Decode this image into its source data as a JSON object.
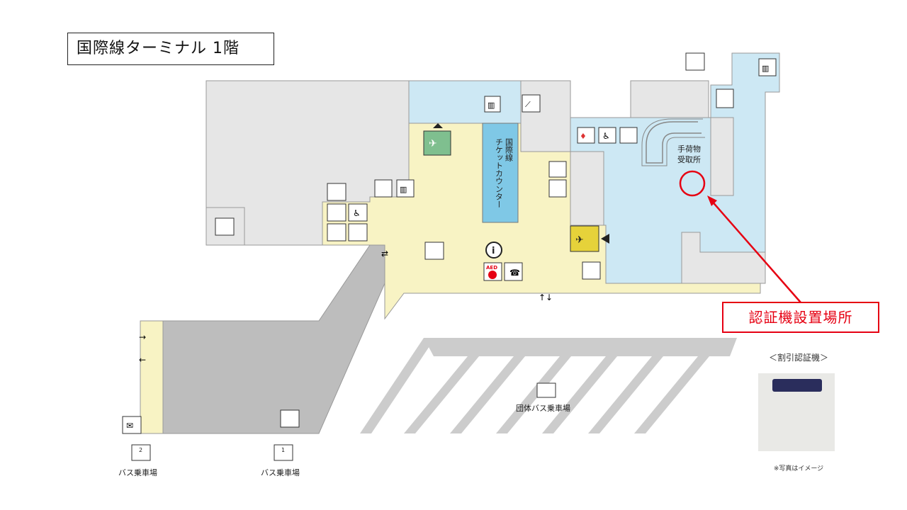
{
  "title": "国際線ターミナル 1階",
  "counter": {
    "line1": "国際線",
    "line2": "チケットカウンター"
  },
  "baggage_claim": {
    "line1": "手荷物",
    "line2": "受取所"
  },
  "callout": "認証機設置場所",
  "machine": {
    "title": "＜割引認証機＞",
    "note": "※写真はイメージ"
  },
  "bus": {
    "group": "団体バス乗車場",
    "stop1_num": "1",
    "stop1_label": "バス乗車場",
    "stop2_num": "2",
    "stop2_label": "バス乗車場"
  },
  "aed": "AED",
  "info": "i",
  "colors": {
    "floor": "#e6e6e6",
    "lobby": "#f8f3c4",
    "arrival": "#cde8f4",
    "counter": "#7fc8e6",
    "road": "#cccccc",
    "callout": "#e60012"
  },
  "icons": [
    "elevator-icon",
    "escalator-icon",
    "restroom-icon",
    "accessible-icon",
    "nursing-room-icon",
    "departure-icon",
    "arrival-icon",
    "lost-found-icon",
    "baggage-storage-icon",
    "aed-icon",
    "telephone-icon",
    "information-icon",
    "mail-icon",
    "smoking-icon",
    "bus-icon",
    "water-fountain-icon",
    "police-icon",
    "cloak-icon",
    "currency-icon"
  ]
}
